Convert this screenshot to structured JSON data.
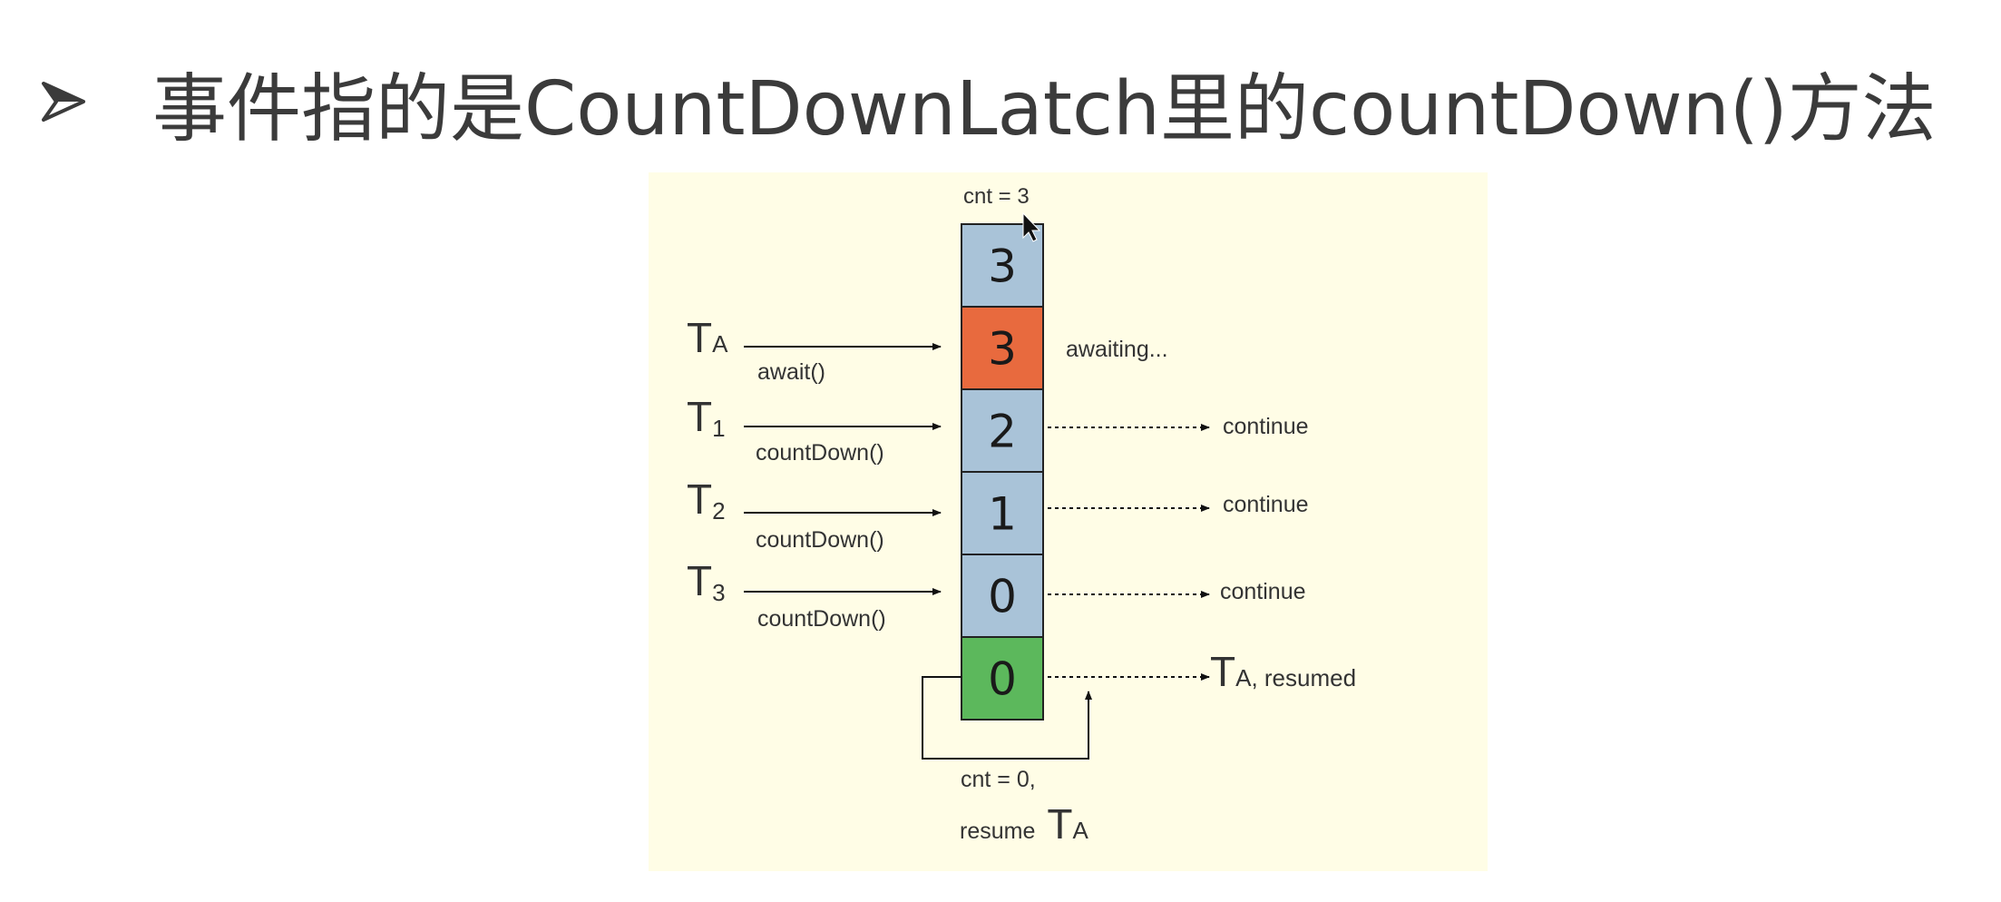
{
  "heading": {
    "text": "事件指的是CountDownLatch里的countDown()方法"
  },
  "diagram": {
    "top_label": "cnt = 3",
    "cells": [
      {
        "value": "3",
        "color": "#a9c3d8"
      },
      {
        "value": "3",
        "color": "#e86a3e"
      },
      {
        "value": "2",
        "color": "#a9c3d8"
      },
      {
        "value": "1",
        "color": "#a9c3d8"
      },
      {
        "value": "0",
        "color": "#a9c3d8"
      },
      {
        "value": "0",
        "color": "#5cb85c"
      }
    ],
    "threads": [
      {
        "main": "T",
        "sub": "A",
        "call": "await()"
      },
      {
        "main": "T",
        "sub": "1",
        "call": "countDown()"
      },
      {
        "main": "T",
        "sub": "2",
        "call": "countDown()"
      },
      {
        "main": "T",
        "sub": "3",
        "call": "countDown()"
      }
    ],
    "right_labels": {
      "awaiting": "awaiting...",
      "continue_1": "continue",
      "continue_2": "continue",
      "continue_3": "continue",
      "resumed_main": "T",
      "resumed_sub": "A, resumed"
    },
    "bottom": {
      "line1": "cnt = 0,",
      "line2": "resume",
      "line2_main": "T",
      "line2_sub": "A"
    }
  }
}
